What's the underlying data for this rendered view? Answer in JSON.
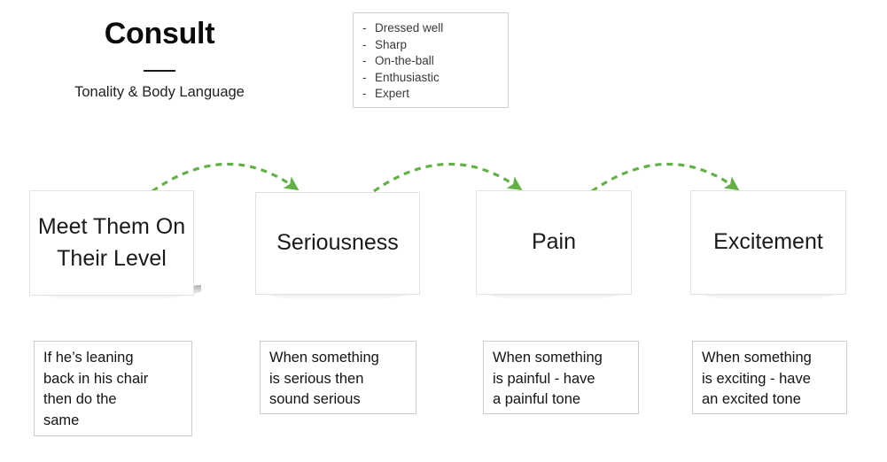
{
  "slide": {
    "title": "Consult",
    "subtitle": "Tonality & Body Language",
    "accent_green": "#63b046",
    "box_border": "#e2e2e2",
    "caption_border": "#cccccc"
  },
  "traits": {
    "bullet": "-",
    "items": [
      "Dressed well",
      "Sharp",
      "On-the-ball",
      "Enthusiastic",
      "Expert"
    ]
  },
  "stages": [
    {
      "label": "Meet Them On Their Level",
      "caption": "If he’s leaning\nback in his chair\nthen do the\nsame"
    },
    {
      "label": "Seriousness",
      "caption": "When something\nis serious then\nsound serious"
    },
    {
      "label": "Pain",
      "caption": "When something\nis painful - have\na painful tone"
    },
    {
      "label": "Excitement",
      "caption": "When something\nis exciting - have\nan excited tone"
    }
  ]
}
